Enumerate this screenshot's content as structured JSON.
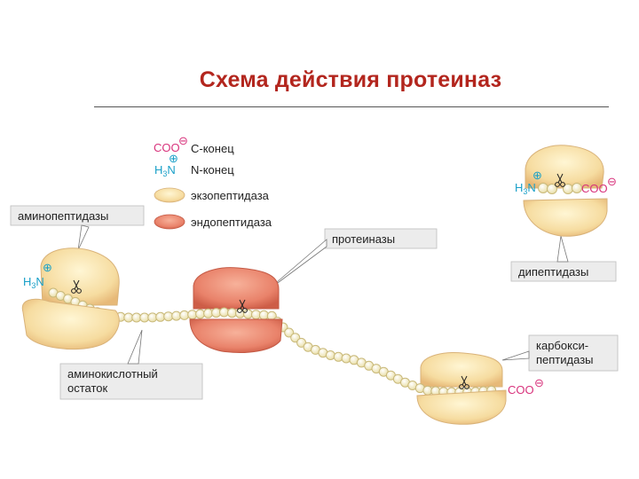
{
  "title": "Схема действия протеиназ",
  "legend": {
    "c_end_symbol": "COO",
    "c_end_charge": "⊖",
    "c_end_label": "С-конец",
    "n_end_symbol_h": "H",
    "n_end_symbol_sub": "3",
    "n_end_symbol_n": "N",
    "n_end_charge": "⊕",
    "n_end_label": "N-конец",
    "exo_label": "экзопептидаза",
    "endo_label": "эндопептидаза"
  },
  "labels": {
    "aminopeptidases": "аминопептидазы",
    "proteinases": "протеиназы",
    "dipeptidases": "дипептидазы",
    "residue_line1": "аминокислотный",
    "residue_line2": "остаток",
    "carboxy_line1": "карбокси-",
    "carboxy_line2": "пептидазы"
  },
  "chem": {
    "coo": "COO",
    "minus": "⊖",
    "h": "H",
    "sub3": "3",
    "n": "N",
    "plus": "⊕"
  },
  "colors": {
    "title": "#b3261e",
    "exopeptidase": "#f6dca0",
    "endopeptidase": "#e9826a",
    "bead": "#f4ecbe",
    "c_end": "#d8337c",
    "n_end": "#1aa0c8",
    "label_box": "#ececec"
  }
}
